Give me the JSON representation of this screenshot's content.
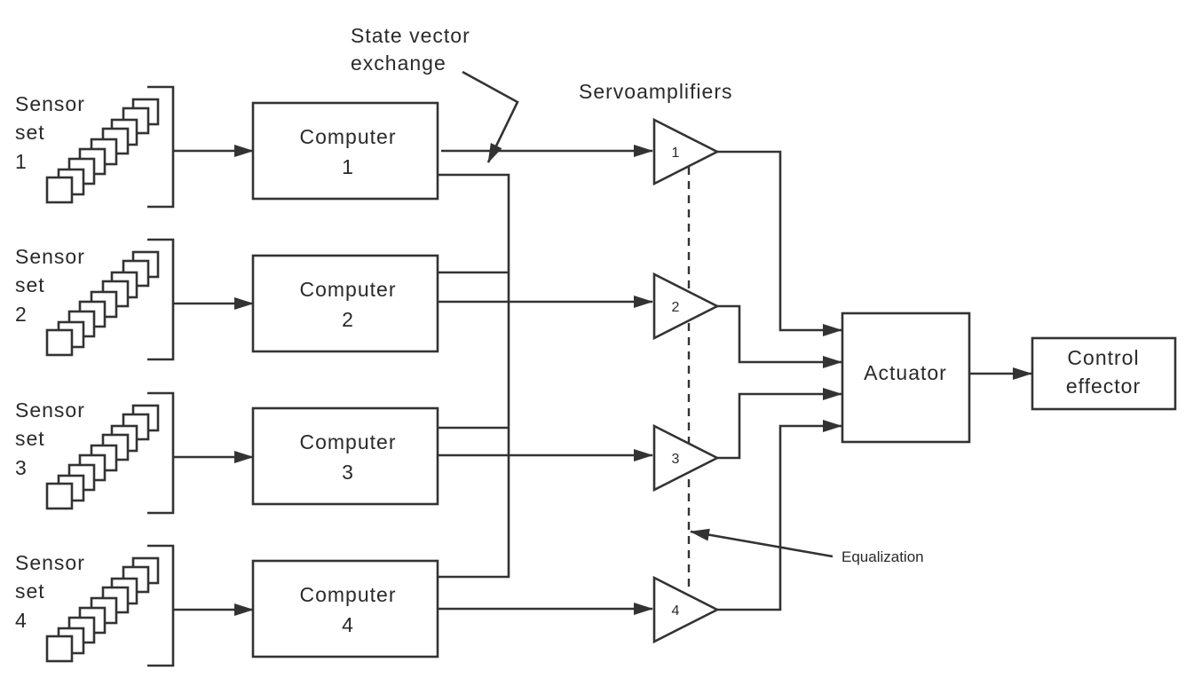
{
  "diagram": {
    "labels": {
      "state_vector_line1": "State  vector",
      "state_vector_line2": "exchange",
      "servoamplifiers": "Servoamplifiers",
      "equalization": "Equalization"
    },
    "sensor_sets": [
      {
        "line1": "Sensor",
        "line2": "set",
        "line3": "1"
      },
      {
        "line1": "Sensor",
        "line2": "set",
        "line3": "2"
      },
      {
        "line1": "Sensor",
        "line2": "set",
        "line3": "3"
      },
      {
        "line1": "Sensor",
        "line2": "set",
        "line3": "4"
      }
    ],
    "computers": [
      {
        "line1": "Computer",
        "line2": "1"
      },
      {
        "line1": "Computer",
        "line2": "2"
      },
      {
        "line1": "Computer",
        "line2": "3"
      },
      {
        "line1": "Computer",
        "line2": "4"
      }
    ],
    "amplifiers": [
      {
        "label": "1"
      },
      {
        "label": "2"
      },
      {
        "label": "3"
      },
      {
        "label": "4"
      }
    ],
    "actuator": {
      "label": "Actuator"
    },
    "control_effector": {
      "line1": "Control",
      "line2": "effector"
    }
  }
}
